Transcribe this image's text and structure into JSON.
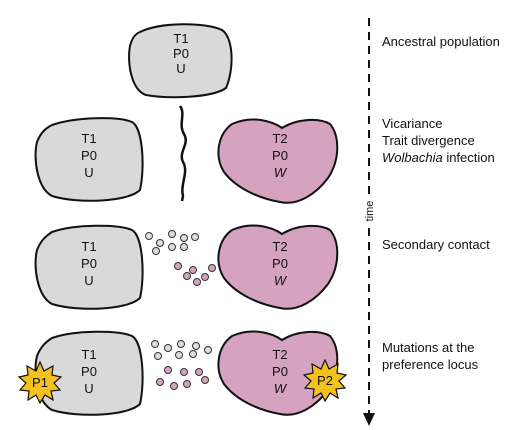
{
  "ancestral": {
    "line1": "T1",
    "line2": "P0",
    "line3": "U"
  },
  "stages": [
    {
      "left": {
        "line1": "T1",
        "line2": "P0",
        "line3": "U"
      },
      "right": {
        "line1": "T2",
        "line2": "P0",
        "line3": "W"
      }
    },
    {
      "left": {
        "line1": "T1",
        "line2": "P0",
        "line3": "U"
      },
      "right": {
        "line1": "T2",
        "line2": "P0",
        "line3": "W"
      }
    },
    {
      "left": {
        "line1": "T1",
        "line2": "P0",
        "line3": "U"
      },
      "right": {
        "line1": "T2",
        "line2": "P0",
        "line3": "W"
      }
    }
  ],
  "stars": {
    "left": "P1",
    "right": "P2"
  },
  "time_axis": {
    "label": "time"
  },
  "labels": {
    "ancestral": "Ancestral population",
    "vicariance": "Vicariance",
    "trait_divergence": "Trait divergence",
    "wolbachia_italic": "Wolbachia",
    "wolbachia_rest": " infection",
    "secondary_contact": "Secondary contact",
    "mutations_line1": "Mutations at the",
    "mutations_line2": "preference locus"
  },
  "colors": {
    "uninfected_fill": "#d9d9d9",
    "infected_fill": "#d5a3bf",
    "star_fill": "#f4c21f",
    "outline": "#111111"
  }
}
